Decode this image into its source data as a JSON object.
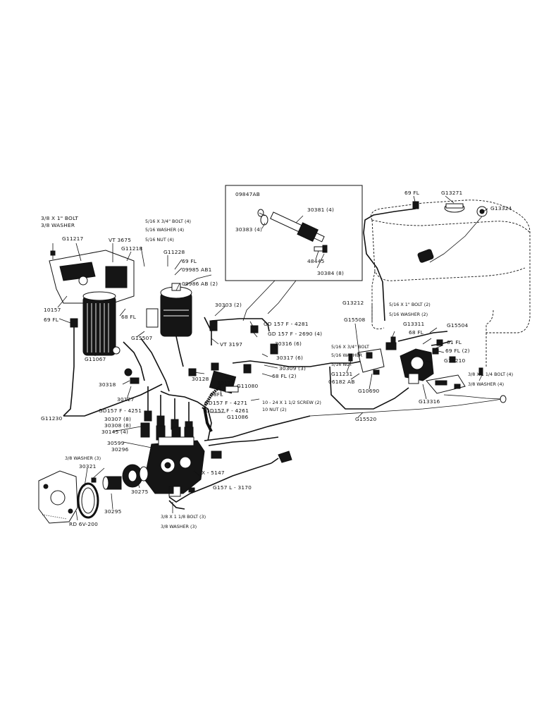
{
  "labels": {
    "bolt_top": "3/8 X 1\" BOLT",
    "washer_top": "3/8 WASHER",
    "g11217": "G11217",
    "vt3675": "VT 3675",
    "g11218": "G11218",
    "g11228": "G11228",
    "bolt4": "5/16 X 3/4\" BOLT (4)",
    "washer4": "5/16 WASHER (4)",
    "nut4": "5/16 NUT (4)",
    "fl69_a": "69 FL",
    "p09985": "09985 AB1",
    "p09986": "09986 AB (2)",
    "p10157": "10157",
    "fl69_b": "69 FL",
    "fl68_a": "68 FL",
    "g15507": "G15507",
    "g11067": "G11067",
    "p30303": "30303 (2)",
    "vt3197": "VT 3197",
    "p30318": "30318",
    "p30127a": "30127",
    "p30128": "30128",
    "p30127b": "30127",
    "fl68_b": "68FL",
    "gd4251": "GD157 F - 4251",
    "gd4271": "GD157 F - 4271",
    "gd4261": "GD157 F - 4261",
    "p30307": "30307 (8)",
    "p30308": "30308 (8)",
    "p30145": "30145 (4)",
    "g11086": "G11086",
    "g11080": "G11080",
    "g11230": "G11230",
    "p30599": "30599",
    "p30296": "30296",
    "washer3a": "3/8 WASHER (3)",
    "p30321": "30321",
    "p30275": "30275",
    "p30295": "30295",
    "rd6v200": "RD 6V-200",
    "x5147": "X - 5147",
    "gd3170": "G157 L - 3170",
    "bolt3": "3/8 X 1 1/8 BOLT (3)",
    "washer3b": "3/8 WASHER (3)",
    "p09847": "09847AB",
    "p30381": "30381 (4)",
    "p30383": "30383 (4)",
    "p48445": "48445",
    "p30384": "30384 (8)",
    "gd4281": "GD 157 F - 4281",
    "gd2690": "GD 157 F - 2690 (4)",
    "p30316": "30316 (6)",
    "p30317": "30317 (6)",
    "p30309": "30309 (3)",
    "fl68_2": "68 FL (2)",
    "screw2": "10 - 24 X 1 1/2 SCREW (2)",
    "nut10": "10 NUT (2)",
    "fl69_tank": "69 FL",
    "g13271": "G13271",
    "g13324": "G13324",
    "g13212": "G13212",
    "g15508": "G15508",
    "bolt2": "5/16 X 1\" BOLT (2)",
    "washer2": "5/16 WASHER (2)",
    "g13311": "G13311",
    "fl68_c": "68 FL",
    "g15504": "G15504",
    "bolt_m": "5/16 X 3/4\" BOLT",
    "washer_m": "5/16 WASHER",
    "nut_m": "5/16 NUT",
    "fl61": "61 FL",
    "fl69_2": "69 FL (2)",
    "g13210": "G13210",
    "g11231": "G11231",
    "p06182": "06182 AB",
    "g10690": "G10690",
    "g13316": "G13316",
    "bolt4b": "3/8 X 1 1/4 BOLT (4)",
    "washer4b": "3/8 WASHER (4)",
    "g15520": "G15520"
  }
}
